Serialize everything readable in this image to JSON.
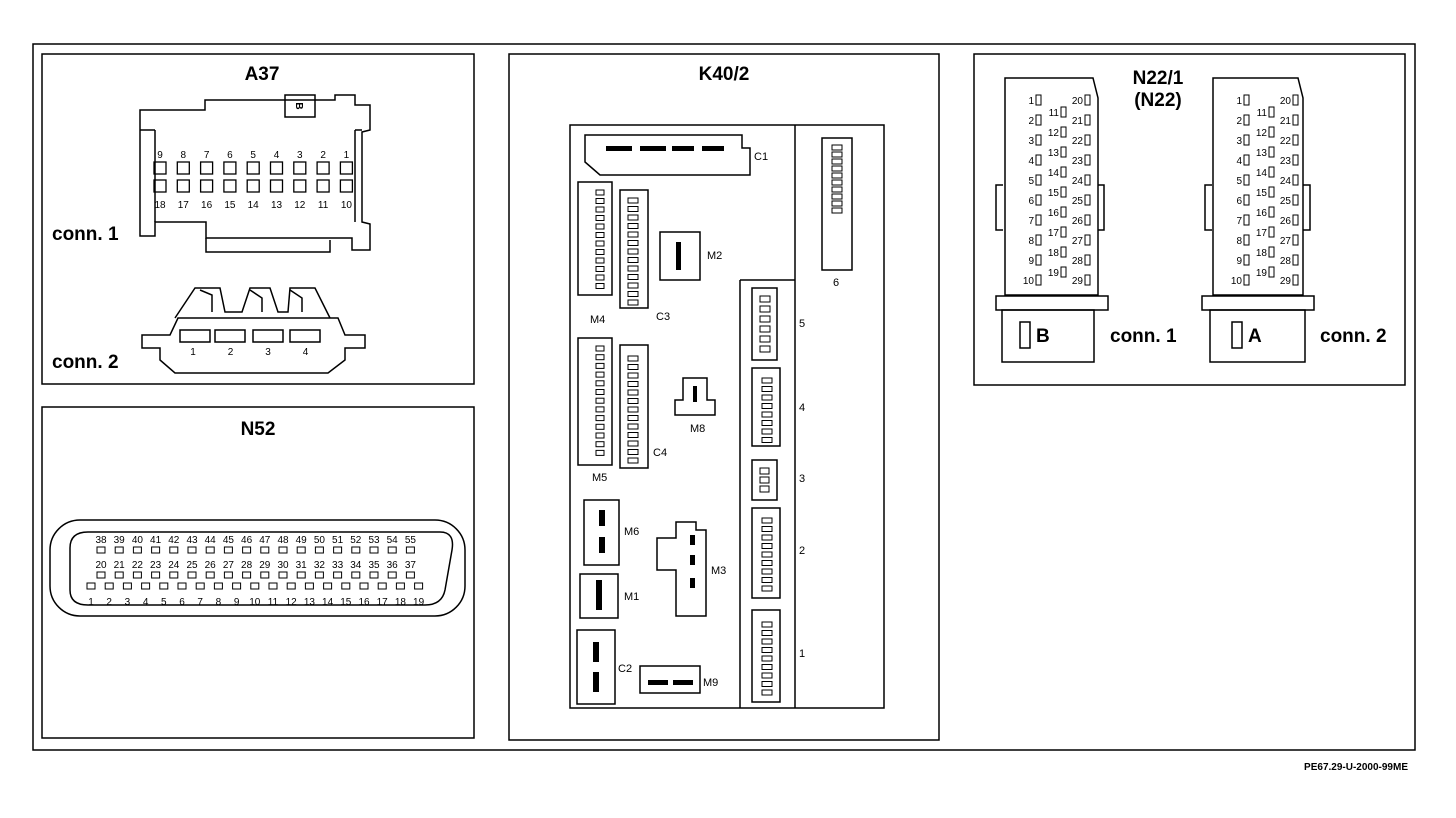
{
  "footer": {
    "code": "PE67.29-U-2000-99ME"
  },
  "a37": {
    "title": "A37",
    "conn1_label": "conn. 1",
    "conn2_label": "conn. 2",
    "conn1_top_pins": [
      "9",
      "8",
      "7",
      "6",
      "5",
      "4",
      "3",
      "2",
      "1"
    ],
    "conn1_bottom_pins": [
      "18",
      "17",
      "16",
      "15",
      "14",
      "13",
      "12",
      "11",
      "10"
    ],
    "conn1_key": "B",
    "conn2_pins": [
      "1",
      "2",
      "3",
      "4"
    ]
  },
  "n52": {
    "title": "N52",
    "row1": [
      "38",
      "39",
      "40",
      "41",
      "42",
      "43",
      "44",
      "45",
      "46",
      "47",
      "48",
      "49",
      "50",
      "51",
      "52",
      "53",
      "54",
      "55"
    ],
    "row2": [
      "20",
      "21",
      "22",
      "23",
      "24",
      "25",
      "26",
      "27",
      "28",
      "29",
      "30",
      "31",
      "32",
      "33",
      "34",
      "35",
      "36",
      "37"
    ],
    "row3": [
      "1",
      "2",
      "3",
      "4",
      "5",
      "6",
      "7",
      "8",
      "9",
      "10",
      "11",
      "12",
      "13",
      "14",
      "15",
      "16",
      "17",
      "18",
      "19"
    ]
  },
  "k40": {
    "title": "K40/2",
    "labels": {
      "c1": "C1",
      "m4": "M4",
      "c3": "C3",
      "m2": "M2",
      "m5": "M5",
      "c4": "C4",
      "m8": "M8",
      "m6": "M6",
      "m3": "M3",
      "m1": "M1",
      "c2": "C2",
      "m9": "M9",
      "s6": "6",
      "s5": "5",
      "s4": "4",
      "s3": "3",
      "s2": "2",
      "s1": "1"
    }
  },
  "n22": {
    "title": "N22/1",
    "subtitle": "(N22)",
    "conn1_label": "conn. 1",
    "conn2_label": "conn. 2",
    "conn1_key": "B",
    "conn2_key": "A",
    "left_pins": [
      "1",
      "2",
      "3",
      "4",
      "5",
      "6",
      "7",
      "8",
      "9",
      "10"
    ],
    "mid_pins": [
      "11",
      "12",
      "13",
      "14",
      "15",
      "16",
      "17",
      "18",
      "19"
    ],
    "right_pins": [
      "20",
      "21",
      "22",
      "23",
      "24",
      "25",
      "26",
      "27",
      "28",
      "29"
    ]
  }
}
